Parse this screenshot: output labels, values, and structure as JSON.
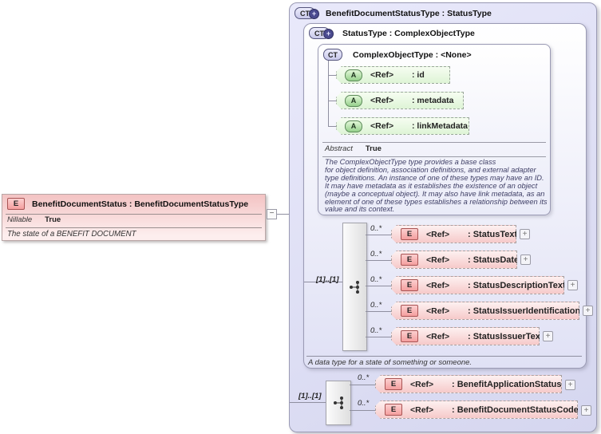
{
  "icons": {
    "plus": "+",
    "minus": "−"
  },
  "element_box": {
    "badge": "E",
    "title": "BenefitDocumentStatus : BenefitDocumentStatusType",
    "nillable_label": "Nillable",
    "nillable_value": "True",
    "description": "The state of a BENEFIT DOCUMENT"
  },
  "outer": {
    "badge": "CT",
    "title": "BenefitDocumentStatusType : StatusType",
    "status_type": {
      "badge": "CT",
      "title": "StatusType : ComplexObjectType",
      "footer": "A data type for a state of something or someone.",
      "complex_object": {
        "badge": "CT",
        "title": "ComplexObjectType : <None>",
        "attributes": [
          {
            "badge": "A",
            "ref": "<Ref>",
            "name": ": id"
          },
          {
            "badge": "A",
            "ref": "<Ref>",
            "name": ": metadata"
          },
          {
            "badge": "A",
            "ref": "<Ref>",
            "name": ": linkMetadata"
          }
        ],
        "abstract_label": "Abstract",
        "abstract_value": "True",
        "description_lines": [
          "The ComplexObjectType type provides a base class",
          "for object definition, association definitions, and external adapter",
          "type definitions. An instance of one of these types may have an ID.",
          "It may have metadata as it establishes the existence of an object",
          "(maybe a conceptual object). It may also have link metadata, as an",
          "element of one of these types establishes a relationship between its",
          "value and its context."
        ]
      },
      "compositor_label": "[1]..[1]",
      "elements": [
        {
          "mult": "0..*",
          "badge": "E",
          "ref": "<Ref>",
          "name": ": StatusText"
        },
        {
          "mult": "0..*",
          "badge": "E",
          "ref": "<Ref>",
          "name": ": StatusDate"
        },
        {
          "mult": "0..*",
          "badge": "E",
          "ref": "<Ref>",
          "name": ": StatusDescriptionText"
        },
        {
          "mult": "0..*",
          "badge": "E",
          "ref": "<Ref>",
          "name": ": StatusIssuerIdentification"
        },
        {
          "mult": "0..*",
          "badge": "E",
          "ref": "<Ref>",
          "name": ": StatusIssuerText"
        }
      ]
    },
    "compositor_label": "[1]..[1]",
    "elements": [
      {
        "mult": "0..*",
        "badge": "E",
        "ref": "<Ref>",
        "name": ": BenefitApplicationStatus"
      },
      {
        "mult": "0..*",
        "badge": "E",
        "ref": "<Ref>",
        "name": ": BenefitDocumentStatusCode"
      }
    ]
  }
}
